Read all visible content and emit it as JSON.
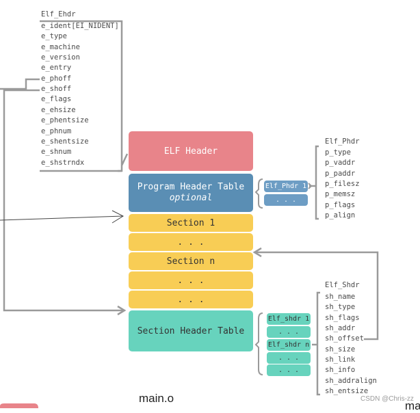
{
  "elf_header": {
    "title": "Elf_Ehdr",
    "fields": [
      "e_ident[EI_NIDENT]",
      "e_type",
      "e_machine",
      "e_version",
      "e_entry",
      "e_phoff",
      "e_shoff",
      "e_flags",
      "e_ehsize",
      "e_phentsize",
      "e_phnum",
      "e_shentsize",
      "e_shnum",
      "e_shstrndx"
    ]
  },
  "blocks": {
    "elf_header": "ELF Header",
    "program_header_table": "Program Header Table",
    "program_header_optional": "optional",
    "section_1": "Section 1",
    "dots_1": ". . .",
    "section_n": "Section n",
    "dots_2": ". . .",
    "dots_3": ". . .",
    "section_header_table": "Section Header Table"
  },
  "phdr_pills": {
    "first": "Elf_Phdr 1",
    "dots": ". . ."
  },
  "program_header": {
    "title": "Elf_Phdr",
    "fields": [
      "p_type",
      "p_vaddr",
      "p_paddr",
      "p_filesz",
      "p_memsz",
      "p_flags",
      "p_align"
    ]
  },
  "shdr_pills": {
    "first": "Elf_shdr 1",
    "dots_1": ". . .",
    "nth": "Elf_shdr n",
    "dots_2": ". . .",
    "dots_3": ". . ."
  },
  "section_header": {
    "title": "Elf_Shdr",
    "fields": [
      "sh_name",
      "sh_type",
      "sh_flags",
      "sh_addr",
      "sh_offset",
      "sh_size",
      "sh_link",
      "sh_info",
      "sh_addralign",
      "sh_entsize"
    ]
  },
  "caption": "main.o",
  "watermark": "CSDN @Chris-zz",
  "corner_text": "ma",
  "colors": {
    "header_red": "#e8848a",
    "program_blue": "#5a8eb4",
    "section_yellow": "#f8cd55",
    "section_header_teal": "#67d3bd",
    "pill_blue": "#6d9dc4",
    "line_gray": "#9a9a9a"
  }
}
